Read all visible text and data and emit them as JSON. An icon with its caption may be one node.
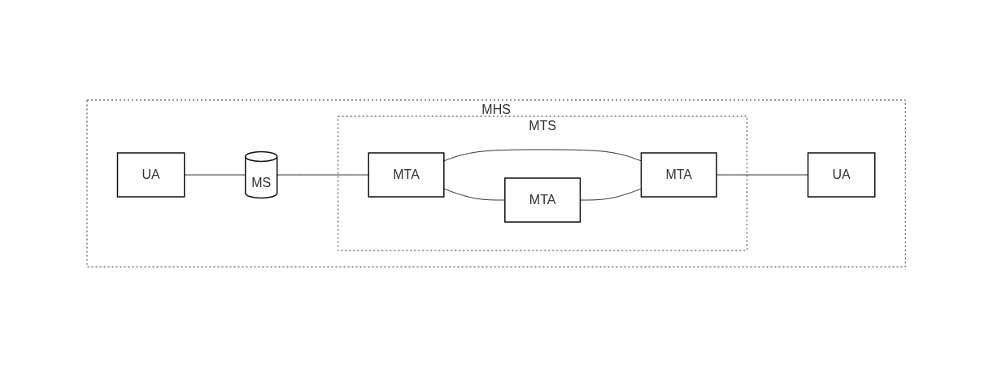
{
  "diagram": {
    "nodes": [
      {
        "text": [
          "MHS"
        ]
      },
      {
        "text": [
          "UA"
        ],
        "in": 0
      },
      {
        "text": [
          "MS"
        ],
        "in": 0
      },
      {
        "text": [
          "MTS"
        ],
        "in": 0
      },
      {
        "text": [
          "MTA"
        ],
        "in": 3
      },
      {
        "text": [
          "MTA"
        ],
        "in": 3
      },
      {
        "text": [
          "MTA"
        ],
        "in": 3
      },
      {
        "text": [
          "UA"
        ],
        "in": 0
      }
    ],
    "edges": [
      {
        "from": 1,
        "to": 2,
        "arrow": "none"
      },
      {
        "from": 2,
        "to": 4,
        "arrow": "none"
      },
      {
        "from": 4,
        "to": 5,
        "arrow": "none"
      },
      {
        "from": 4,
        "to": 6,
        "arrow": "none"
      },
      {
        "from": 5,
        "to": 6,
        "arrow": "none"
      },
      {
        "from": 6,
        "to": 7,
        "arrow": "none"
      }
    ]
  }
}
